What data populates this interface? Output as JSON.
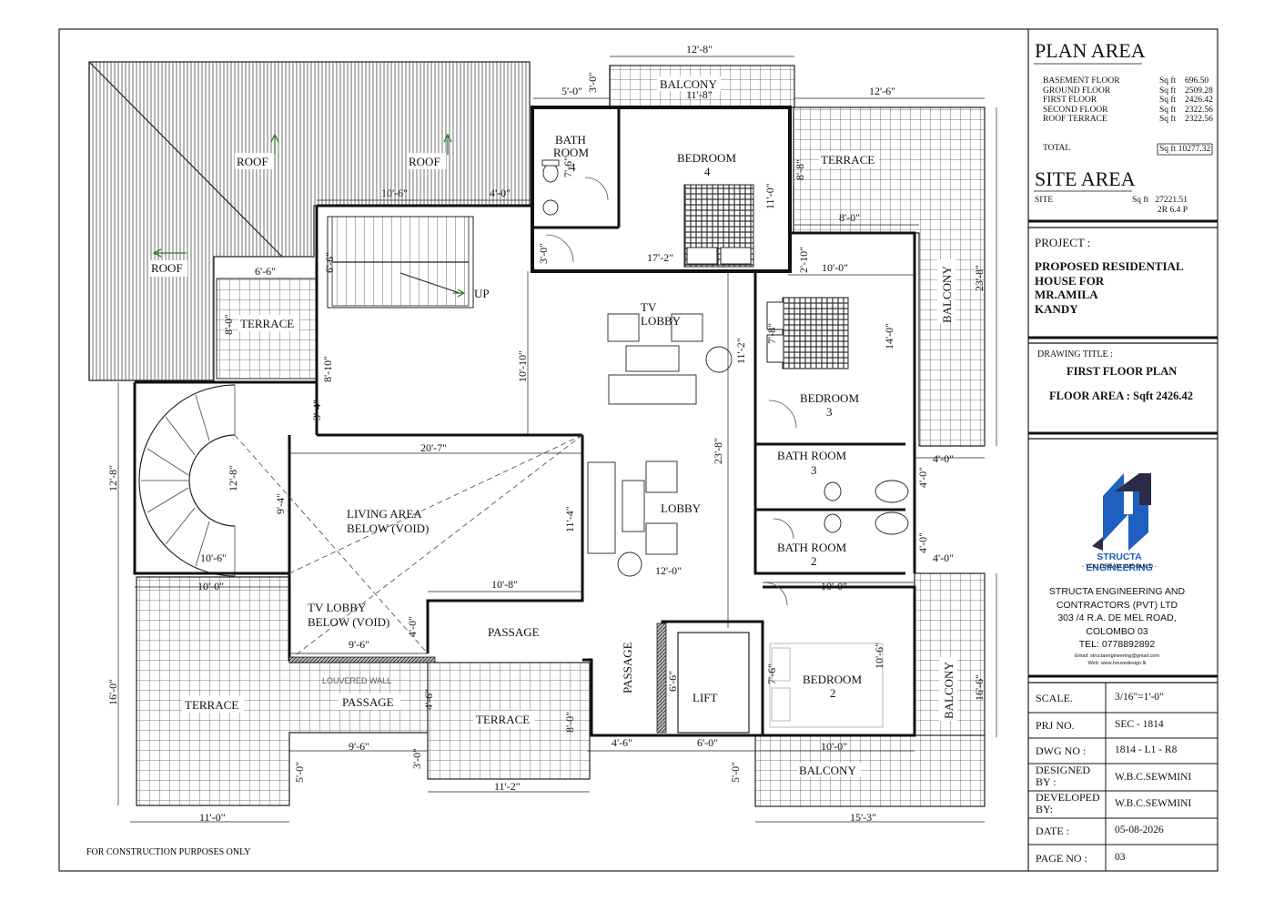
{
  "rooms": {
    "roof1": "ROOF",
    "roof2": "ROOF",
    "roof3": "ROOF",
    "balcony_top": "BALCONY",
    "bathroom4_a": "BATH",
    "bathroom4_b": "ROOM",
    "bathroom4_c": "4",
    "bedroom4_a": "BEDROOM",
    "bedroom4_b": "4",
    "terrace_top_right": "TERRACE",
    "terrace_left": "TERRACE",
    "up": "UP",
    "tv_lobby_a": "TV",
    "tv_lobby_b": "LOBBY",
    "bedroom3_a": "BEDROOM",
    "bedroom3_b": "3",
    "balcony_right": "BALCONY",
    "bathroom3_a": "BATH ROOM",
    "bathroom3_b": "3",
    "living_void_a": "LIVING AREA",
    "living_void_b": "BELOW (VOID)",
    "lobby": "LOBBY",
    "bathroom2_a": "BATH ROOM",
    "bathroom2_b": "2",
    "tv_void_a": "TV LOBBY",
    "tv_void_b": "BELOW (VOID)",
    "passage_mid": "PASSAGE",
    "passage_vertical": "PASSAGE",
    "lift": "LIFT",
    "bedroom2_a": "BEDROOM",
    "bedroom2_b": "2",
    "louvered_wall": "LOUVERED WALL",
    "terrace_bottom_left": "TERRACE",
    "passage_bottom": "PASSAGE",
    "terrace_bottom_mid": "TERRACE",
    "balcony_bottom": "BALCONY",
    "balcony_right_bottom": "BALCONY"
  },
  "dimensions": {
    "d_12_8_top": "12'-8\"",
    "d_3_0_a": "3'-0\"",
    "d_5_0_a": "5'-0\"",
    "d_11_8": "11'-8\"",
    "d_12_6": "12'-6\"",
    "d_7_6_a": "7'-6\"",
    "d_8_8": "8'-8\"",
    "d_11_0": "11'-0\"",
    "d_10_6_a": "10'-6\"",
    "d_4_0_a": "4'-0\"",
    "d_8_0_a": "8'-0\"",
    "d_23_8_a": "23'-8\"",
    "d_3_0_b": "3'-0\"",
    "d_17_2": "17'-2\"",
    "d_2_10": "2'-10\"",
    "d_10_0_a": "10'-0\"",
    "d_6_6_a": "6'-6\"",
    "d_6_6_b": "6'-6\"",
    "d_8_0_b": "8'-0\"",
    "d_10_10": "10'-10\"",
    "d_8_10": "8'-10\"",
    "d_7_8": "7'-8\"",
    "d_11_2": "11'-2\"",
    "d_14_0": "14'-0\"",
    "d_3_4": "3'-4\"",
    "d_20_7": "20'-7\"",
    "d_4_0_b": "4'-0\"",
    "d_12_8_l": "12'-8\"",
    "d_12_8_r": "12'-8\"",
    "d_9_4": "9'-4\"",
    "d_11_4": "11'-4\"",
    "d_23_8_b": "23'-8\"",
    "d_4_0_c": "4'-0\"",
    "d_4_0_d": "4'-0\"",
    "d_10_6_b": "10'-6\"",
    "d_12_0": "12'-0\"",
    "d_4_0_e": "4'-0\"",
    "d_10_0_b": "10'-0\"",
    "d_10_8": "10'-8\"",
    "d_10_0_c": "10'-0\"",
    "d_4_0_f": "4'-0\"",
    "d_9_6_a": "9'-6\"",
    "d_6_6_c": "6'-6\"",
    "d_7_6_b": "7'-6\"",
    "d_10_6_c": "10'-6\"",
    "d_16_0": "16'-0\"",
    "d_4_6_a": "4'-6\"",
    "d_8_0_c": "8'-0\"",
    "d_16_6": "16'-6\"",
    "d_4_6_b": "4'-6\"",
    "d_6_0": "6'-0\"",
    "d_10_0_d": "10'-0\"",
    "d_9_6_b": "9'-6\"",
    "d_3_0_c": "3'-0\"",
    "d_5_0_b": "5'-0\"",
    "d_5_0_c": "5'-0\"",
    "d_11_2_b": "11'-2\"",
    "d_11_0_b": "11'-0\"",
    "d_15_3": "15'-3\""
  },
  "footer_note": "FOR CONSTRUCTION PURPOSES ONLY",
  "title_block": {
    "plan_area_title": "PLAN AREA",
    "plan_rows": [
      {
        "name": "BASEMENT FLOOR",
        "unit": "Sq ft",
        "value": "696.50"
      },
      {
        "name": "GROUND FLOOR",
        "unit": "Sq ft",
        "value": "2509.28"
      },
      {
        "name": "FIRST FLOOR",
        "unit": "Sq ft",
        "value": "2426.42"
      },
      {
        "name": "SECOND FLOOR",
        "unit": "Sq ft",
        "value": "2322.56"
      },
      {
        "name": "ROOF TERRACE",
        "unit": "Sq ft",
        "value": "2322.56"
      }
    ],
    "total_label": "TOTAL",
    "total_value": "Sq ft 10277.32",
    "site_area_title": "SITE AREA",
    "site_label": "SITE",
    "site_value_1": "Sq ft   27221.51",
    "site_value_2": "2R  6.4 P",
    "project_label": "PROJECT :",
    "project_lines": [
      "PROPOSED RESIDENTIAL",
      "HOUSE FOR",
      "MR.AMILA",
      "KANDY"
    ],
    "drawing_title_label": "DRAWING TITLE :",
    "drawing_title": "FIRST FLOOR PLAN",
    "floor_area": "FLOOR AREA : Sqft 2426.42",
    "logo_name": "STRUCTA ENGINEERING",
    "logo_tagline": "- YOU DREAM, WE BUILD -",
    "company_lines": [
      "STRUCTA ENGINEERING AND",
      "CONTRACTORS  (PVT) LTD",
      "303 /4 R.A. DE MEL ROAD,",
      "COLOMBO 03",
      "TEL: 0778892892"
    ],
    "company_email": "Email: structaengineering@gmail.com",
    "company_web": "Web: www.housedesign.lk",
    "info_rows": [
      {
        "label": "SCALE.",
        "value": "3/16\"=1'-0\""
      },
      {
        "label": "PRJ NO.",
        "value": "SEC - 1814"
      },
      {
        "label": "DWG NO :",
        "value": "1814 - L1 - R8"
      },
      {
        "label": "DESIGNED BY :",
        "value": "W.B.C.SEWMINI"
      },
      {
        "label": "DEVELOPED BY:",
        "value": "W.B.C.SEWMINI"
      },
      {
        "label": "DATE :",
        "value": "05-08-2026"
      },
      {
        "label": "PAGE NO :",
        "value": "03"
      }
    ],
    "colors": {
      "logo_blue": "#1f5fbf",
      "logo_dark": "#2b2b4a"
    }
  }
}
